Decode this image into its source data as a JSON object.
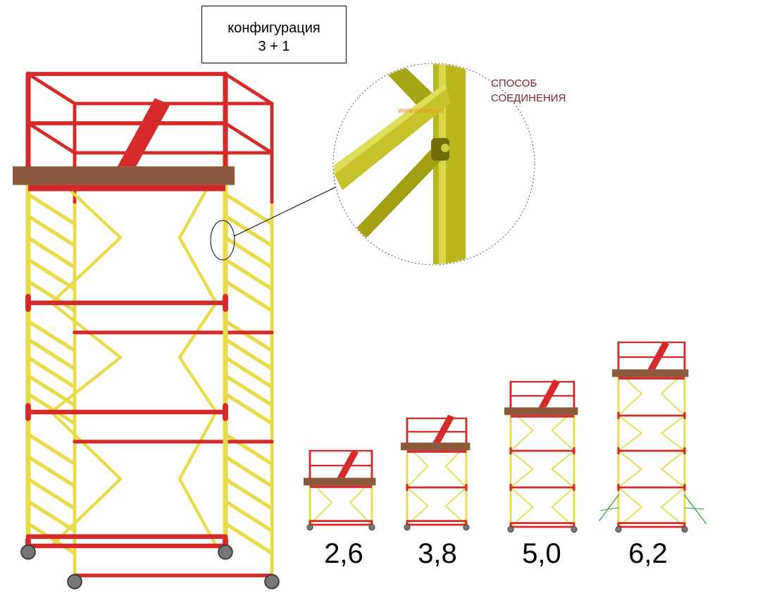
{
  "configuration": {
    "line1": "конфигурация",
    "line2": "3 + 1"
  },
  "connection_label": {
    "line1": "СПОСОБ",
    "line2": "СОЕДИНЕНИЯ"
  },
  "watermark": "www.pioner.ua",
  "heights": [
    "2,6",
    "3,8",
    "5,0",
    "6,2"
  ],
  "colors": {
    "frame_red": "#d42a2a",
    "frame_yellow": "#e6dc4a",
    "deck_brown": "#8b5a3c",
    "stabilizer_green": "#3aa34a",
    "detail_olive": "#b5b51a"
  }
}
